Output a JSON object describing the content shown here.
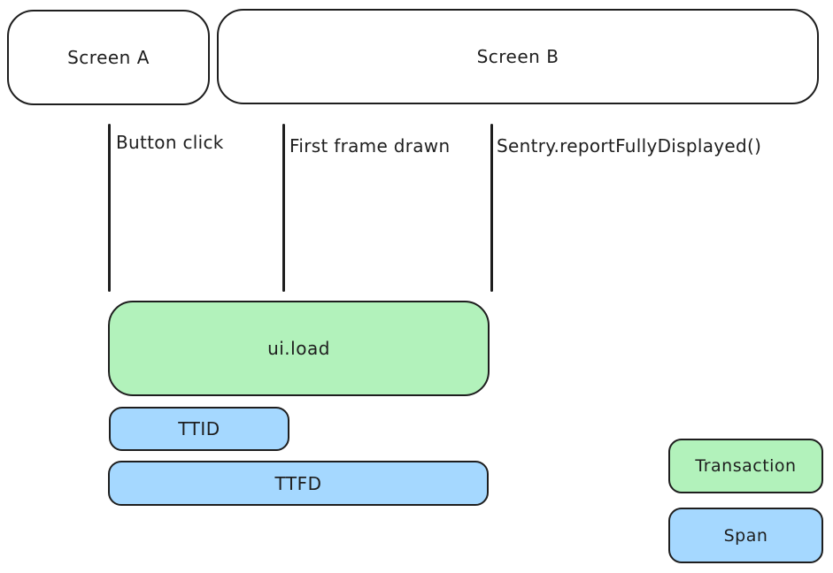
{
  "colors": {
    "stroke": "#1e1e1e",
    "transaction": "#b2f2bb",
    "span": "#a5d8ff",
    "background": "#ffffff"
  },
  "screens": [
    {
      "label": "Screen A"
    },
    {
      "label": "Screen B"
    }
  ],
  "events": [
    {
      "label": "Button click"
    },
    {
      "label": "First frame drawn"
    },
    {
      "label": "Sentry.reportFullyDisplayed()"
    }
  ],
  "bars": [
    {
      "label": "ui.load",
      "type": "transaction"
    },
    {
      "label": "TTID",
      "type": "span"
    },
    {
      "label": "TTFD",
      "type": "span"
    }
  ],
  "legend": [
    {
      "label": "Transaction",
      "type": "transaction"
    },
    {
      "label": "Span",
      "type": "span"
    }
  ]
}
